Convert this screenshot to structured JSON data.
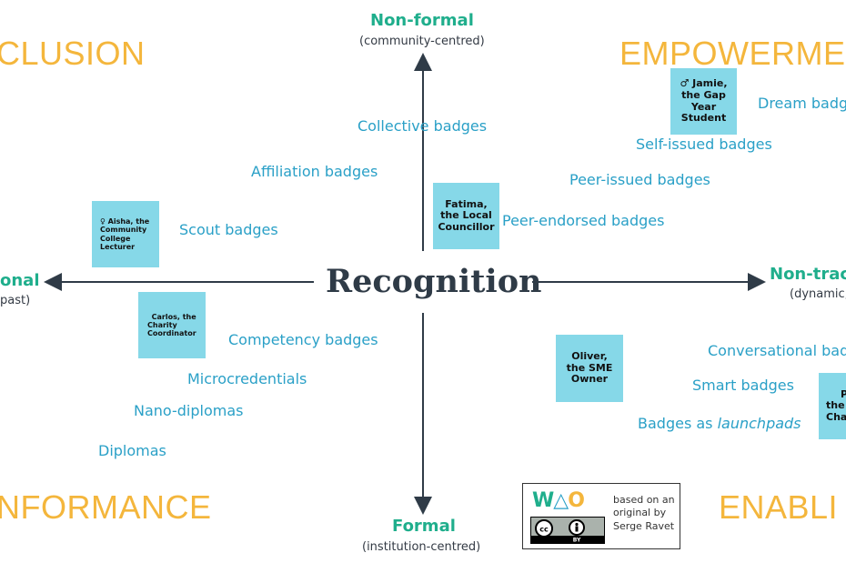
{
  "center": {
    "title": "Recognition"
  },
  "axes": {
    "top": {
      "title": "Non-formal",
      "subtitle": "(community-centred)"
    },
    "bottom": {
      "title": "Formal",
      "subtitle": "(institution-centred)"
    },
    "left": {
      "title": "onal",
      "subtitle": "past)"
    },
    "right": {
      "title": "Non-trac",
      "subtitle": "(dynamic,"
    }
  },
  "quadrants": {
    "top_left": "CLUSION",
    "top_right": "EMPOWERME",
    "bottom_left": "NFORMANCE",
    "bottom_right": "ENABLI"
  },
  "badges": {
    "collective": "Collective badges",
    "affiliation": "Affiliation badges",
    "scout": "Scout badges",
    "competency": "Competency badges",
    "microcredentials": "Microcredentials",
    "nano_diplomas": "Nano-diplomas",
    "diplomas": "Diplomas",
    "dream": "Dream badg",
    "self_issued": "Self-issued badges",
    "peer_issued": "Peer-issued badges",
    "peer_endorsed": "Peer-endorsed badges",
    "conversational": "Conversational bad",
    "smart": "Smart badges",
    "launchpads_prefix": "Badges as ",
    "launchpads_italic": "launchpads"
  },
  "personas": {
    "jamie": {
      "lines": [
        "♂ Jamie,",
        "the Gap",
        "Year",
        "Student"
      ]
    },
    "aisha": {
      "lines": [
        "♀ Aisha, the",
        "Community",
        "College",
        "Lecturer"
      ]
    },
    "fatima": {
      "lines": [
        "Fatima,",
        "the Local",
        "Councillor"
      ]
    },
    "carlos": {
      "lines": [
        "Carlos, the",
        "Charity",
        "Coordinator"
      ]
    },
    "oliver": {
      "lines": [
        "Oliver,",
        "the SME",
        "Owner"
      ]
    },
    "partial": {
      "lines": [
        "P",
        "the",
        "Cha"
      ]
    }
  },
  "credit": {
    "logo": "WAO",
    "license": "CC BY",
    "text": "based on an original by Serge Ravet"
  },
  "colors": {
    "axis_title": "#1fae8c",
    "badge_text": "#2aa0c7",
    "quadrant": "#f4b63c",
    "persona_fill": "#86d8e8",
    "axis_line": "#2f3b47"
  }
}
